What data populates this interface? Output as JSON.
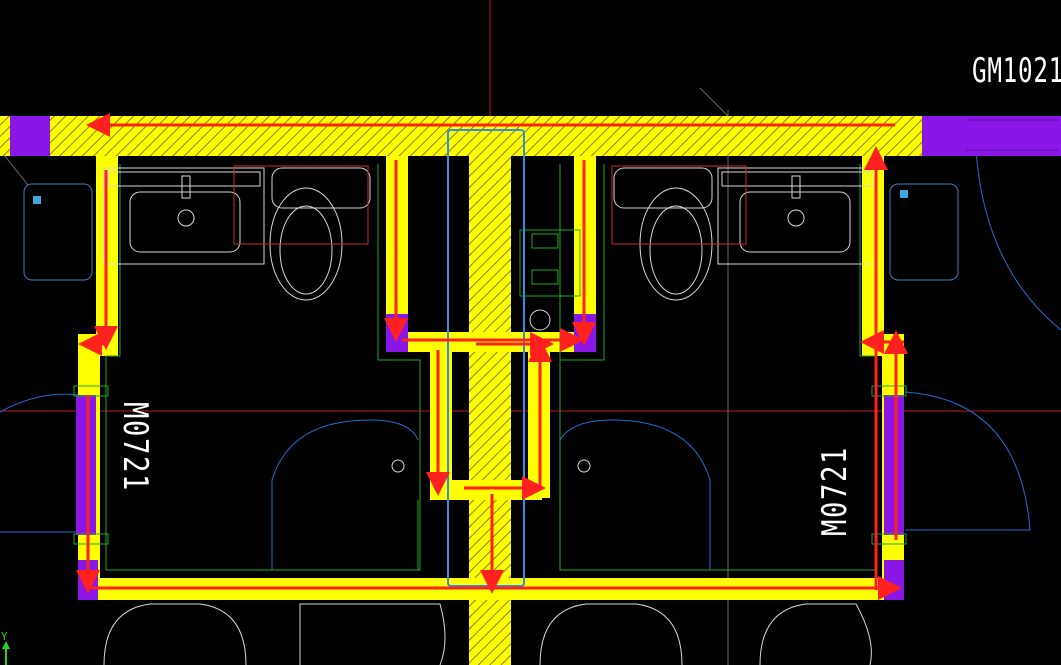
{
  "drawing": {
    "labels": {
      "top_right_door": "GM1021",
      "left_door": "M0721",
      "right_door": "M0721"
    },
    "ucs_axis": {
      "y_label": "Y"
    },
    "colors": {
      "background": "#000000",
      "wall_fill": "#ffff00",
      "wall_hatch": "#8a7f00",
      "door_opening": "#8a17e8",
      "arrow": "#ff2020",
      "selection_box": "#2f8fe0",
      "crosshair": "#c01818",
      "fixture_outline": "#d8d8d8",
      "wall_line_green": "#1fa81f",
      "door_swing": "#1e6fd1",
      "axis_green": "#28d028"
    }
  }
}
